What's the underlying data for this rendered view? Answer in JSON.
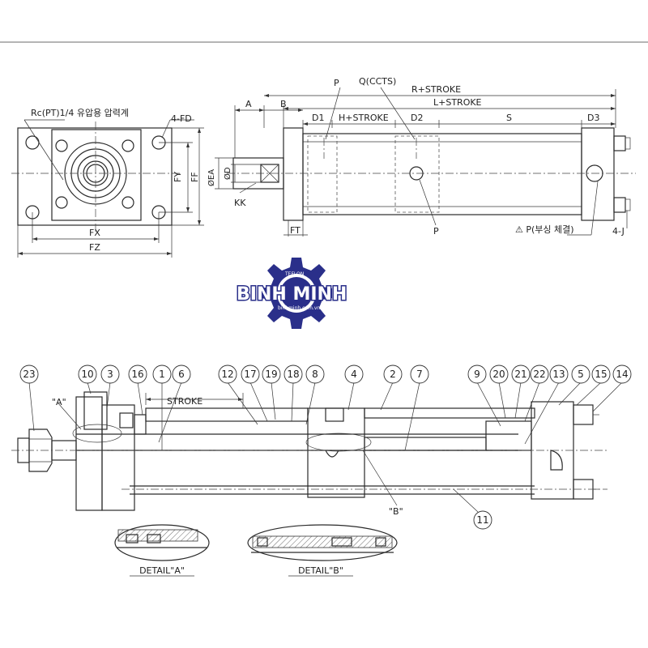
{
  "top_view": {
    "port_label": "Rc(PT)1/4 유압용 압력계",
    "fd_label": "4-FD",
    "fy_label": "FY",
    "ff_label": "FF",
    "fx_label": "FX",
    "fz_label": "FZ"
  },
  "side_view": {
    "a_label": "A",
    "b_label": "B",
    "p_label_top": "P",
    "q_label": "Q(CCTS)",
    "r_stroke_label": "R+STROKE",
    "l_stroke_label": "L+STROKE",
    "d1_label": "D1",
    "h_stroke_label": "H+STROKE",
    "d2_label": "D2",
    "s_label": "S",
    "d3_label": "D3",
    "ea_label": "ØEA",
    "d_label": "ØD",
    "kk_label": "KK",
    "ft_label": "FT",
    "p_label_bottom": "P",
    "p_note_label": "⚠ P(부싱 체결)",
    "j_label": "4-J"
  },
  "logo": {
    "text": "BINH MINH",
    "arc_text": "TEFLON",
    "sub_text": "binhminh.com.vn",
    "color": "#2a2f8a"
  },
  "section_view": {
    "stroke_label": "STROKE",
    "detail_a_marker": "\"A\"",
    "detail_b_marker": "\"B\"",
    "parts_top": [
      "23",
      "10",
      "3",
      "16",
      "1",
      "6",
      "12",
      "17",
      "19",
      "18",
      "8",
      "4",
      "2",
      "7",
      "9",
      "20",
      "21",
      "22",
      "13",
      "5",
      "15",
      "14"
    ],
    "part_bottom": "11"
  },
  "details": {
    "detail_a": "DETAIL\"A\"",
    "detail_b": "DETAIL\"B\""
  }
}
